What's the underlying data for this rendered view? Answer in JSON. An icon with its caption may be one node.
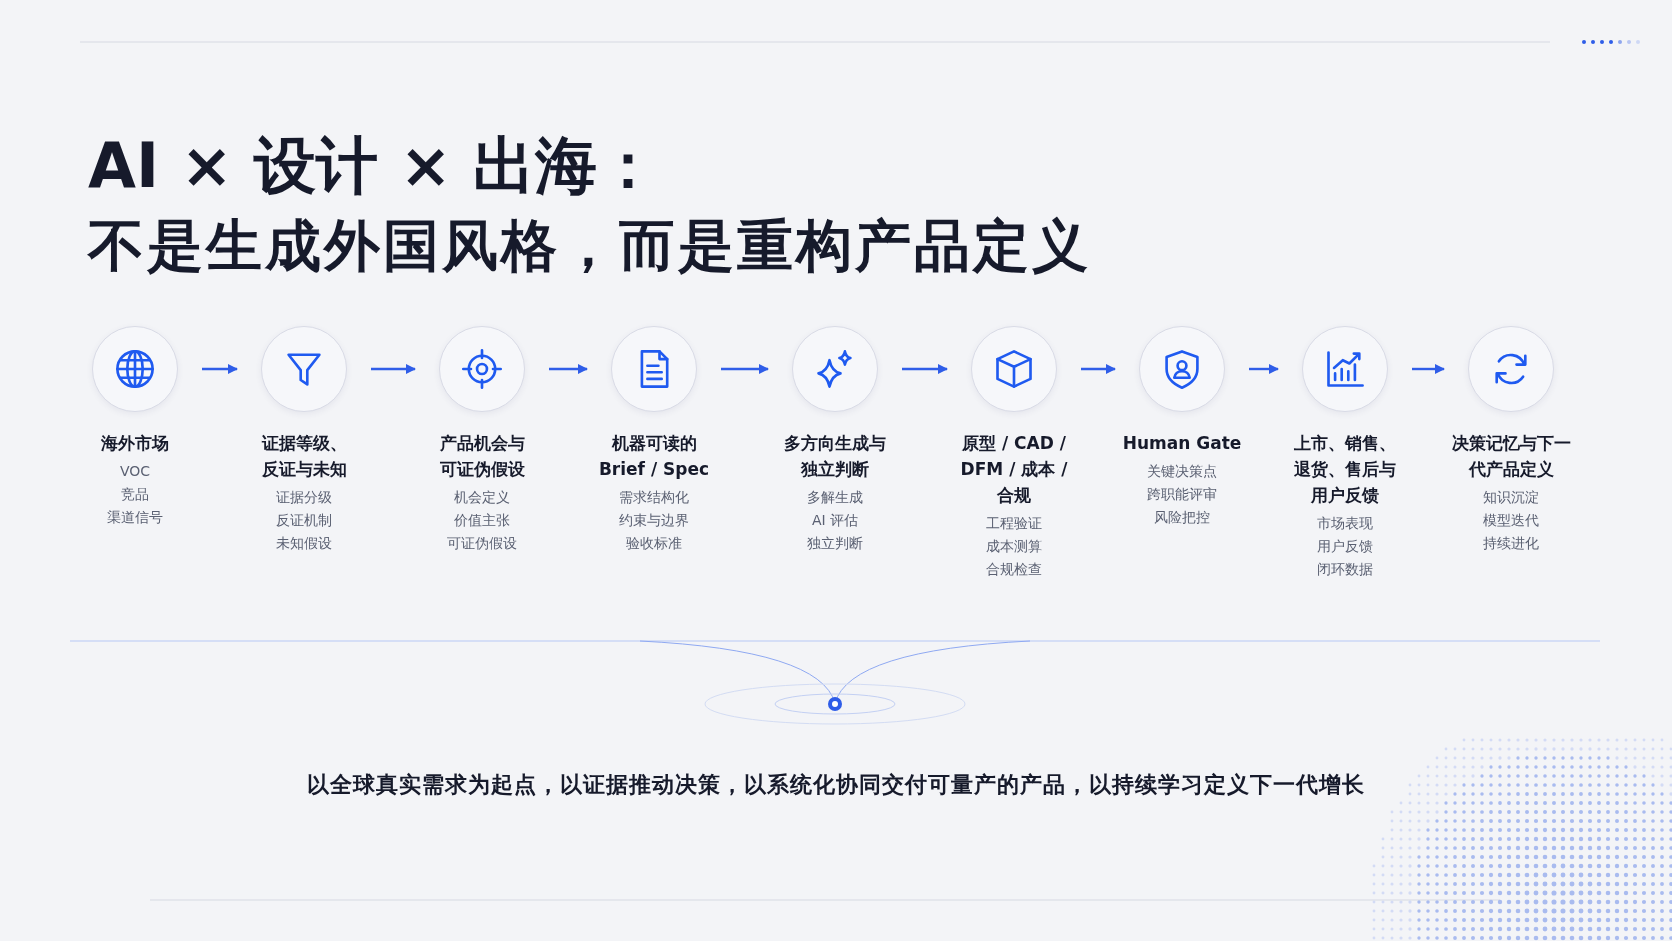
{
  "diagram": {
    "title": "AI × 设计 × 出海：",
    "labels": [
      "不是生成外国风格，而是重构产品定义"
    ],
    "caption": "以全球真实需求为起点，以证据推动决策，以系统化协同交付可量产的产品，以持续学习定义下一代增长",
    "nodes": [
      {
        "text": [
          "海外市场",
          "VOC",
          "竞品",
          "渠道信号"
        ]
      },
      {
        "text": [
          "证据等级、反证与未知",
          "证据分级",
          "反证机制",
          "未知假设"
        ]
      },
      {
        "text": [
          "产品机会与可证伪假设",
          "机会定义",
          "价值主张",
          "可证伪假设"
        ]
      },
      {
        "text": [
          "机器可读的 Brief / Spec",
          "需求结构化",
          "约束与边界",
          "验收标准"
        ]
      },
      {
        "text": [
          "多方向生成与独立判断",
          "多解生成",
          "AI 评估",
          "独立判断"
        ]
      },
      {
        "text": [
          "原型 / CAD / DFM / 成本 / 合规",
          "工程验证",
          "成本测算",
          "合规检查"
        ]
      },
      {
        "text": [
          "Human Gate",
          "关键决策点",
          "跨职能评审",
          "风险把控"
        ]
      },
      {
        "text": [
          "上市、销售、退货、售后与用户反馈",
          "市场表现",
          "用户反馈",
          "闭环数据"
        ]
      },
      {
        "text": [
          "决策记忆与下一代产品定义",
          "知识沉淀",
          "模型迭代",
          "持续进化"
        ]
      }
    ],
    "edges": [
      {
        "from": 0,
        "to": 1,
        "arrow": "to"
      },
      {
        "from": 1,
        "to": 2,
        "arrow": "to"
      },
      {
        "from": 2,
        "to": 3,
        "arrow": "to"
      },
      {
        "from": 3,
        "to": 4,
        "arrow": "to"
      },
      {
        "from": 4,
        "to": 5,
        "arrow": "to"
      },
      {
        "from": 5,
        "to": 6,
        "arrow": "to"
      },
      {
        "from": 6,
        "to": 7,
        "arrow": "to"
      },
      {
        "from": 7,
        "to": 8,
        "arrow": "to"
      }
    ]
  }
}
